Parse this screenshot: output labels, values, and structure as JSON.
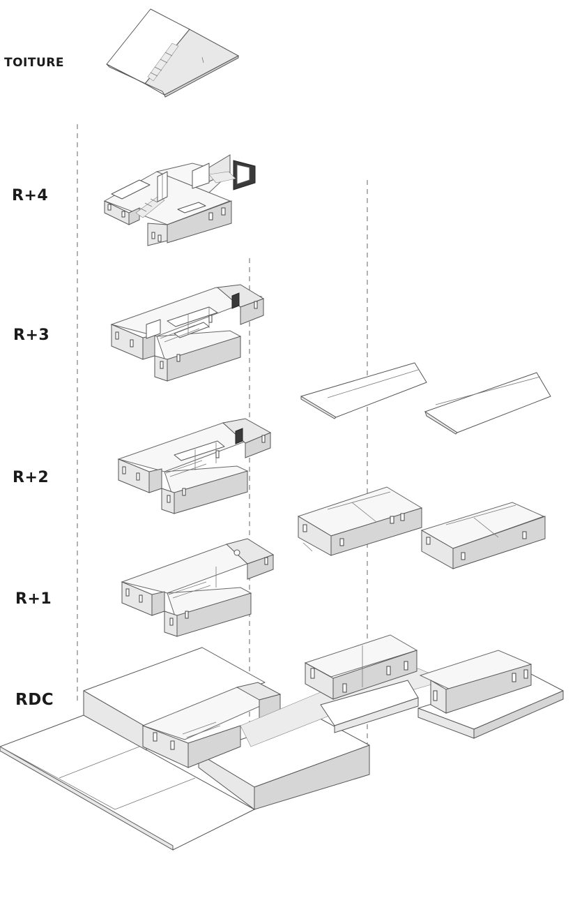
{
  "levels": {
    "toiture": "TOITURE",
    "r4": "R+4",
    "r3": "R+3",
    "r2": "R+2",
    "r1": "R+1",
    "rdc": "RDC"
  }
}
